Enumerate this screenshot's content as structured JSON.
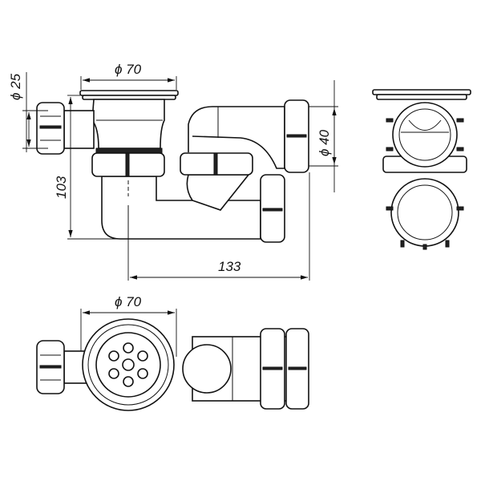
{
  "title": "Shower tray trap technical drawing",
  "dimensions": {
    "inlet_diameter": "ϕ 25",
    "flange_diameter_front": "ϕ 70",
    "outlet_diameter": "ϕ 40",
    "height": "103",
    "length": "133",
    "flange_diameter_top": "ϕ 70"
  },
  "colors": {
    "line": "#111111",
    "background": "#ffffff"
  }
}
